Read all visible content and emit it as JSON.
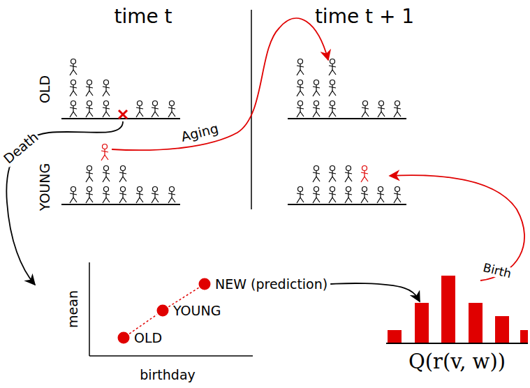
{
  "diagram": {
    "nodes": [
      {
        "text": [
          "OLD"
        ]
      },
      {
        "text": [
          "YOUNG"
        ]
      },
      {
        "text": [
          "NEW (prediction)"
        ]
      },
      {
        "text": [
          "Q(r(v, w))"
        ]
      }
    ],
    "edges": [
      {
        "from": 0,
        "to": 1,
        "arrow": "none"
      },
      {
        "from": 1,
        "to": 2,
        "arrow": "none"
      },
      {
        "from": 2,
        "to": 3,
        "arrow": "to"
      }
    ],
    "labels": [
      "time t",
      "time t + 1",
      "OLD",
      "YOUNG",
      "Death",
      "Aging",
      "Birth",
      "mean",
      "birthday"
    ]
  }
}
